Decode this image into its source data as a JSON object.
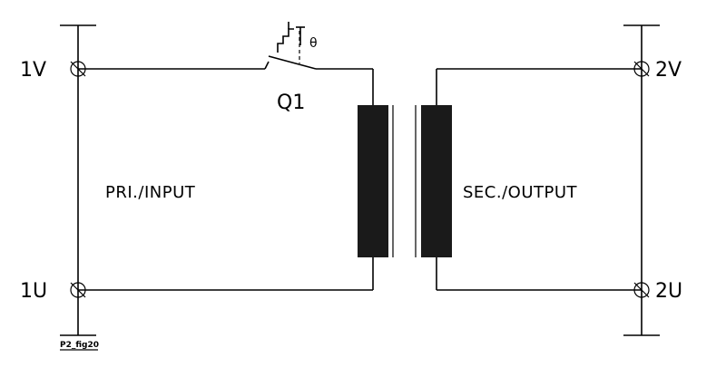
{
  "terminals": {
    "primary_top": "1V",
    "primary_bottom": "1U",
    "secondary_top": "2V",
    "secondary_bottom": "2U"
  },
  "switch": {
    "label": "Q1",
    "thermal_symbol": "θ"
  },
  "sides": {
    "primary": "PRI./INPUT",
    "secondary": "SEC./OUTPUT"
  },
  "figure_id": "P2_fig20",
  "colors": {
    "line": "#000000",
    "core": "#1a1a1a",
    "background": "#ffffff"
  }
}
